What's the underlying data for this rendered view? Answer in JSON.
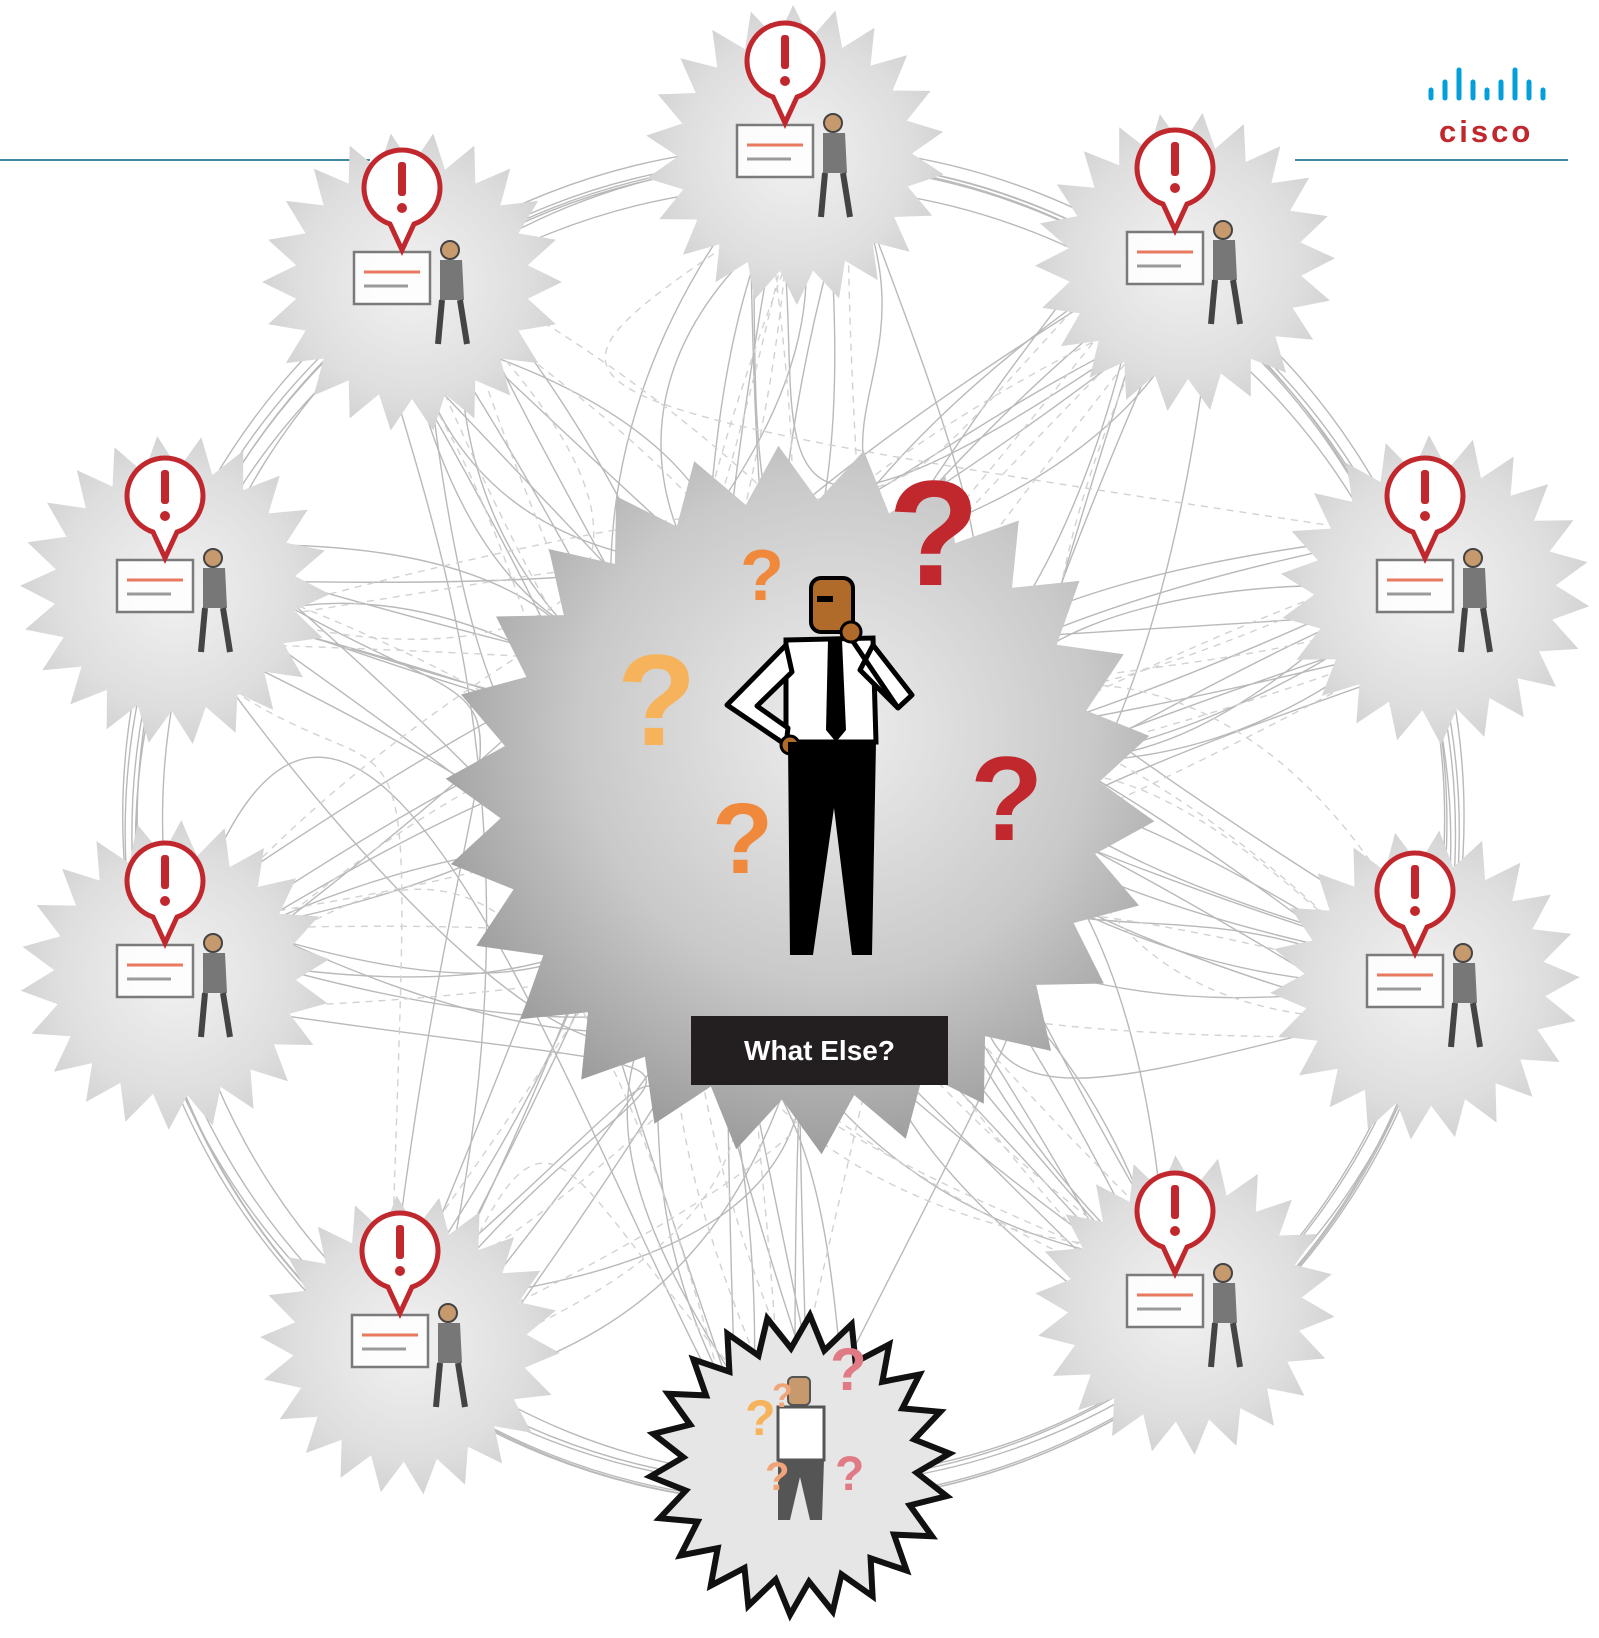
{
  "brand": {
    "name": "cisco",
    "logo_icon": "cisco-bars-icon",
    "accent_color": "#c0282e",
    "rule_color": "#3c8aa3"
  },
  "center_label": "What Else?",
  "nodes": [
    {
      "id": "soc-monitoring",
      "icon": "analyst-monitors-icon"
    },
    {
      "id": "money-transfer",
      "icon": "money-carriers-icon"
    },
    {
      "id": "threat-radar",
      "icon": "radar-target-icon"
    },
    {
      "id": "cloud",
      "icon": "cloud-icon"
    },
    {
      "id": "alert-dashboard",
      "icon": "alert-dashboard-icon"
    },
    {
      "id": "workflow-check",
      "icon": "workflow-check-icon"
    },
    {
      "id": "what-else-small",
      "icon": "thinking-man-icon"
    },
    {
      "id": "network-presenter",
      "icon": "network-servers-icon"
    },
    {
      "id": "traffic-inspection",
      "icon": "traffic-filter-icon"
    },
    {
      "id": "file-approval",
      "icon": "folder-check-icon"
    }
  ],
  "colors": {
    "alert_red": "#c0282e",
    "question_orange": "#f0893b",
    "question_light_orange": "#f6b35c",
    "burst_gray": "#d6d6d6"
  }
}
